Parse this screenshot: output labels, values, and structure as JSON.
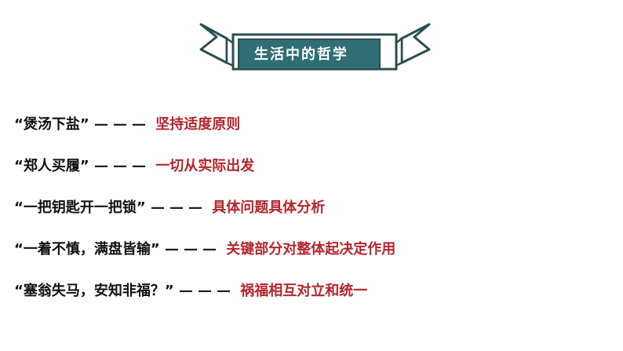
{
  "banner": {
    "title": "生活中的哲学",
    "colors": {
      "fill": "#2f6f73",
      "outline": "#2a4f52",
      "text": "#ffffff"
    }
  },
  "rows": [
    {
      "quote": "“煲汤下盐”",
      "dash": "———",
      "meaning": "坚持适度原则"
    },
    {
      "quote": "“郑人买履”",
      "dash": "———",
      "meaning": "一切从实际出发"
    },
    {
      "quote": "“一把钥匙开一把锁”",
      "dash": "———",
      "meaning": "具体问题具体分析"
    },
    {
      "quote": "“一着不慎，满盘皆输”",
      "dash": "———",
      "meaning": "关键部分对整体起决定作用"
    },
    {
      "quote": "“塞翁失马，安知非福？”",
      "dash": "———",
      "meaning": "祸福相互对立和统一"
    }
  ],
  "colors": {
    "meaning": "#b3262d",
    "quote": "#111111"
  }
}
